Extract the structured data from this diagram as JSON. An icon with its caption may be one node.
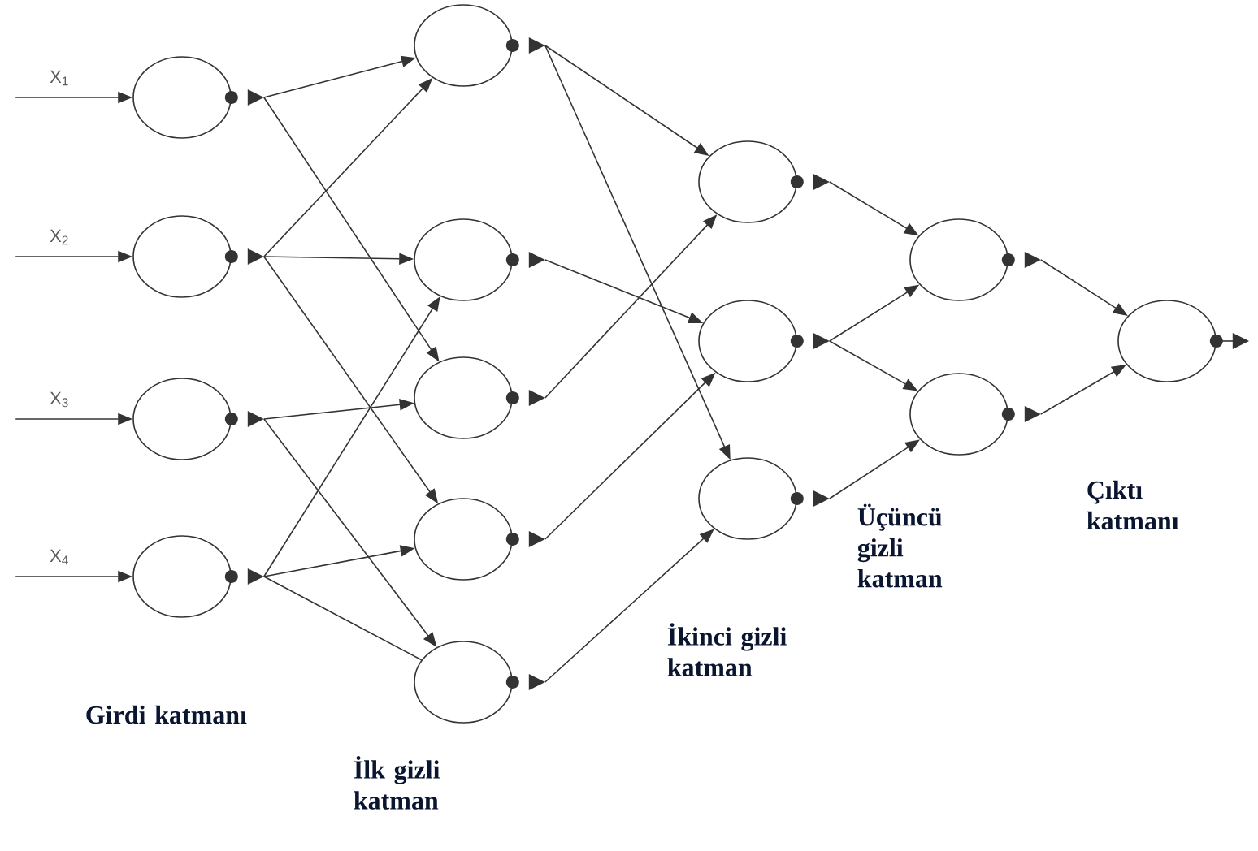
{
  "diagram": {
    "nodes": [
      {
        "text": [],
        "shape": "circle"
      },
      {
        "text": [],
        "shape": "circle"
      },
      {
        "text": [],
        "shape": "circle"
      },
      {
        "text": [],
        "shape": "circle"
      },
      {
        "text": [],
        "shape": "circle"
      },
      {
        "text": [],
        "shape": "circle"
      },
      {
        "text": [],
        "shape": "circle"
      },
      {
        "text": [],
        "shape": "circle"
      },
      {
        "text": [],
        "shape": "circle"
      },
      {
        "text": [],
        "shape": "circle"
      },
      {
        "text": [],
        "shape": "circle"
      },
      {
        "text": [],
        "shape": "circle"
      },
      {
        "text": [],
        "shape": "circle"
      },
      {
        "text": [],
        "shape": "circle"
      },
      {
        "text": [],
        "shape": "circle"
      }
    ],
    "edges": [
      {
        "from": null,
        "to": 0,
        "arrow": "to",
        "label": "X$_{1}$"
      },
      {
        "from": null,
        "to": 1,
        "arrow": "to",
        "label": "X$_{2}$"
      },
      {
        "from": null,
        "to": 2,
        "arrow": "to",
        "label": "X$_{3}$"
      },
      {
        "from": null,
        "to": 3,
        "arrow": "to",
        "label": "X$_{4}$"
      },
      {
        "from": 0,
        "to": 4,
        "arrow": "to"
      },
      {
        "from": 0,
        "to": 6,
        "arrow": "to"
      },
      {
        "from": 1,
        "to": 4,
        "arrow": "to"
      },
      {
        "from": 1,
        "to": 5,
        "arrow": "to"
      },
      {
        "from": 1,
        "to": 7,
        "arrow": "to"
      },
      {
        "from": 2,
        "to": 6,
        "arrow": "to"
      },
      {
        "from": 2,
        "to": 8,
        "arrow": "to"
      },
      {
        "from": 3,
        "to": 5,
        "arrow": "to"
      },
      {
        "from": 3,
        "to": 7,
        "arrow": "to"
      },
      {
        "from": 3,
        "to": 8,
        "arrow": "none"
      },
      {
        "from": 4,
        "to": 9,
        "arrow": "to"
      },
      {
        "from": 4,
        "to": 11,
        "arrow": "to"
      },
      {
        "from": 5,
        "to": 10,
        "arrow": "to"
      },
      {
        "from": 6,
        "to": 9,
        "arrow": "to"
      },
      {
        "from": 7,
        "to": 10,
        "arrow": "to"
      },
      {
        "from": 8,
        "to": 11,
        "arrow": "to"
      },
      {
        "from": 9,
        "to": 12,
        "arrow": "to"
      },
      {
        "from": 10,
        "to": 12,
        "arrow": "to"
      },
      {
        "from": 10,
        "to": 13,
        "arrow": "to"
      },
      {
        "from": 11,
        "to": 13,
        "arrow": "to"
      },
      {
        "from": 12,
        "to": 14,
        "arrow": "to"
      },
      {
        "from": 13,
        "to": 14,
        "arrow": "to"
      },
      {
        "from": 14,
        "to": null,
        "arrow": "to"
      }
    ],
    "labels": [
      "Girdi katmanı",
      "İlk gizli katman",
      "İkinci gizli katman",
      "Üçüncü gizli katman",
      "Çıktı katmanı"
    ]
  }
}
